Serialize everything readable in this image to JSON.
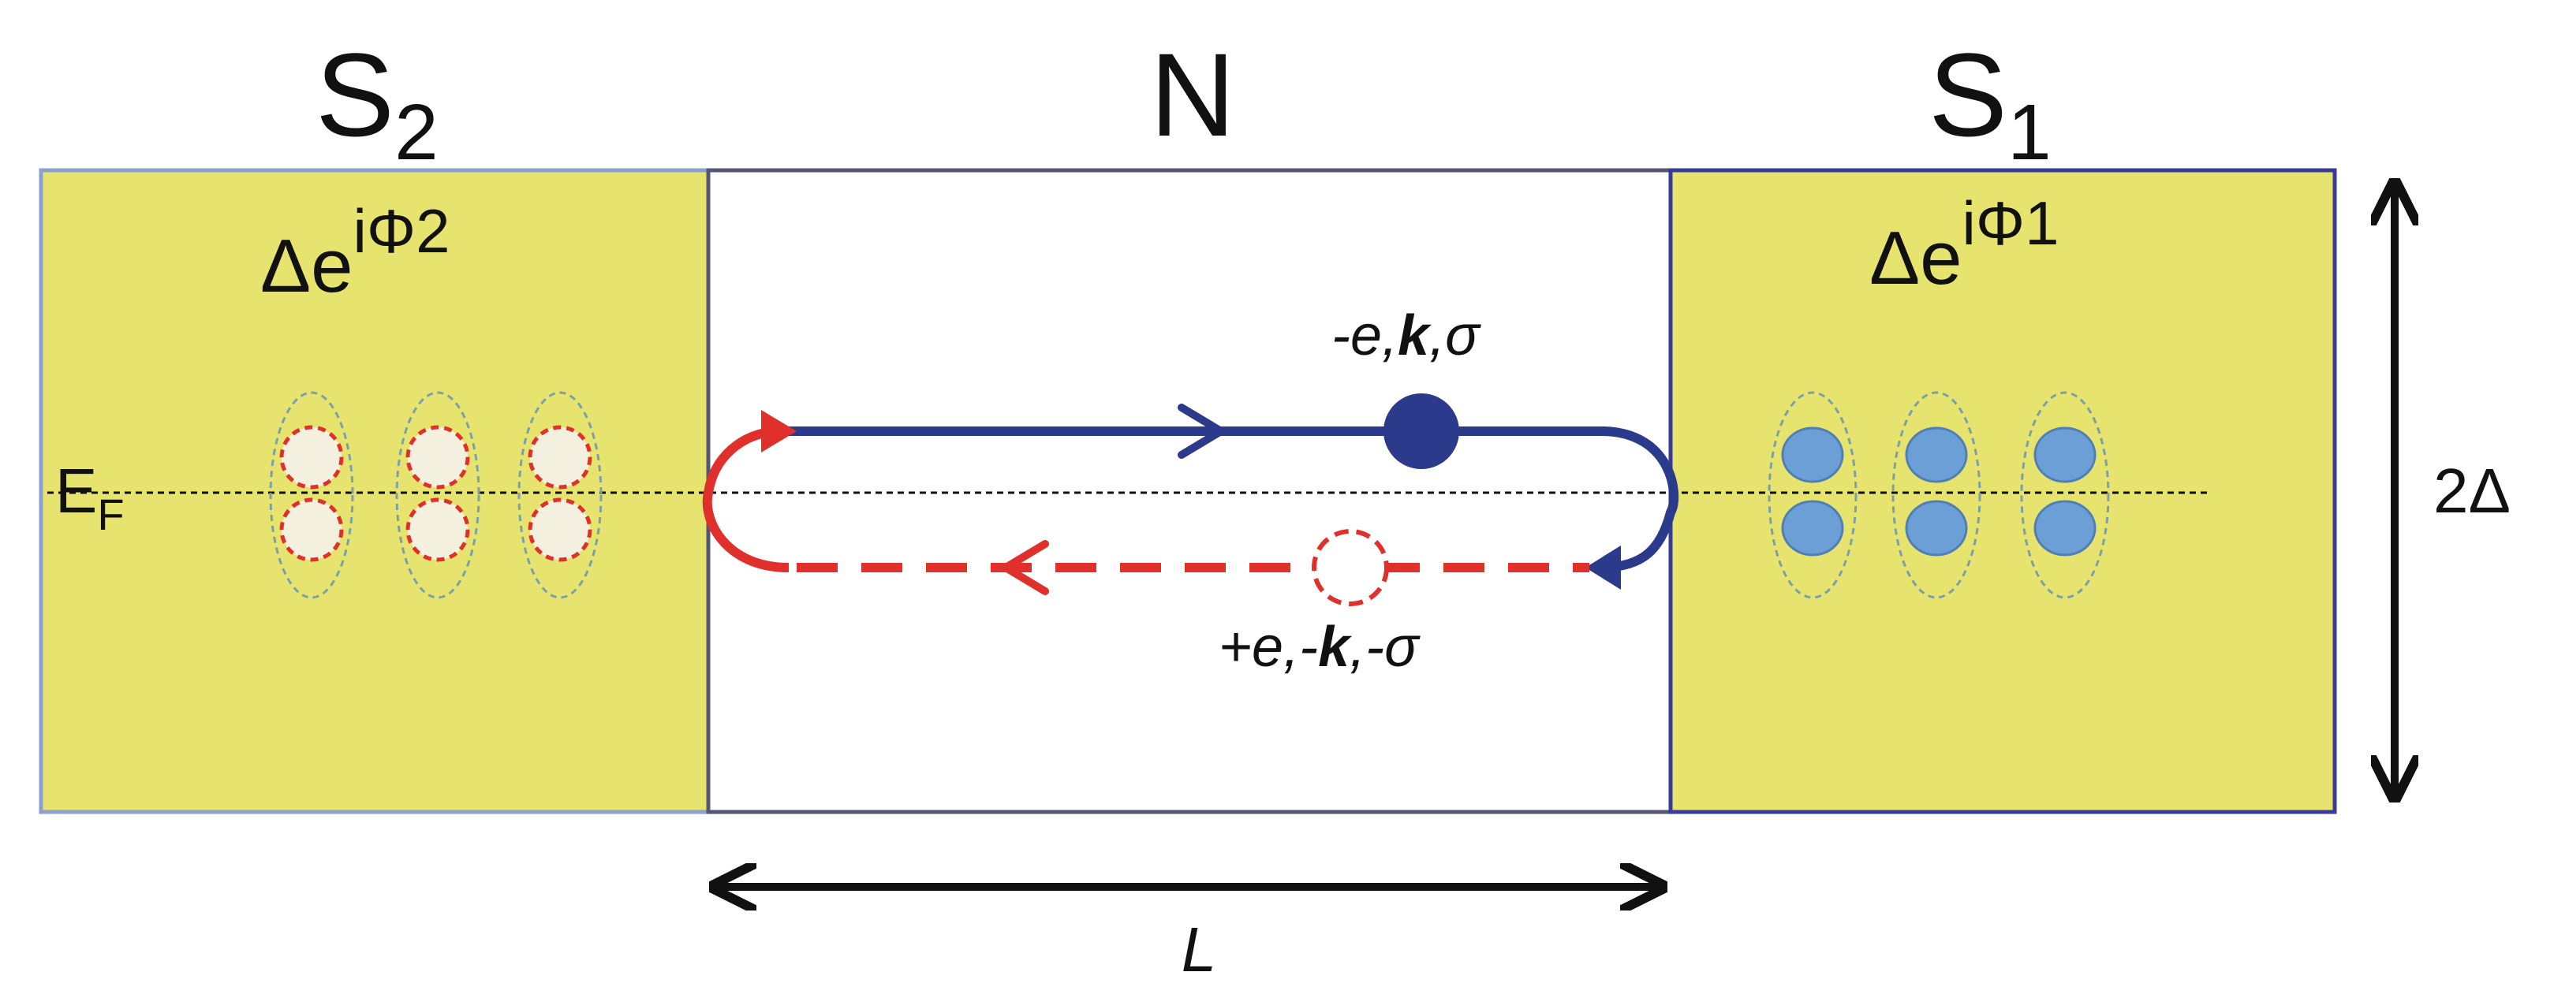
{
  "regions": {
    "left": {
      "name": "S",
      "sub": "2",
      "delta": "Δe",
      "phase": "iΦ2"
    },
    "middle": {
      "name": "N"
    },
    "right": {
      "name": "S",
      "sub": "1",
      "delta": "Δe",
      "phase": "iΦ1"
    }
  },
  "fermi": {
    "main": "E",
    "sub": "F"
  },
  "electron": {
    "pre": "-e,",
    "k": "k",
    "post": ",σ"
  },
  "hole": {
    "pre": "+e,-",
    "k": "k",
    "post": ",-σ"
  },
  "gap_label": "2Δ",
  "length_label": "L",
  "colors": {
    "superconductor": "#e6e46e",
    "electron": "#2c3a8c",
    "hole": "#e0302b",
    "cooper_pair": "#6b9fd6"
  }
}
